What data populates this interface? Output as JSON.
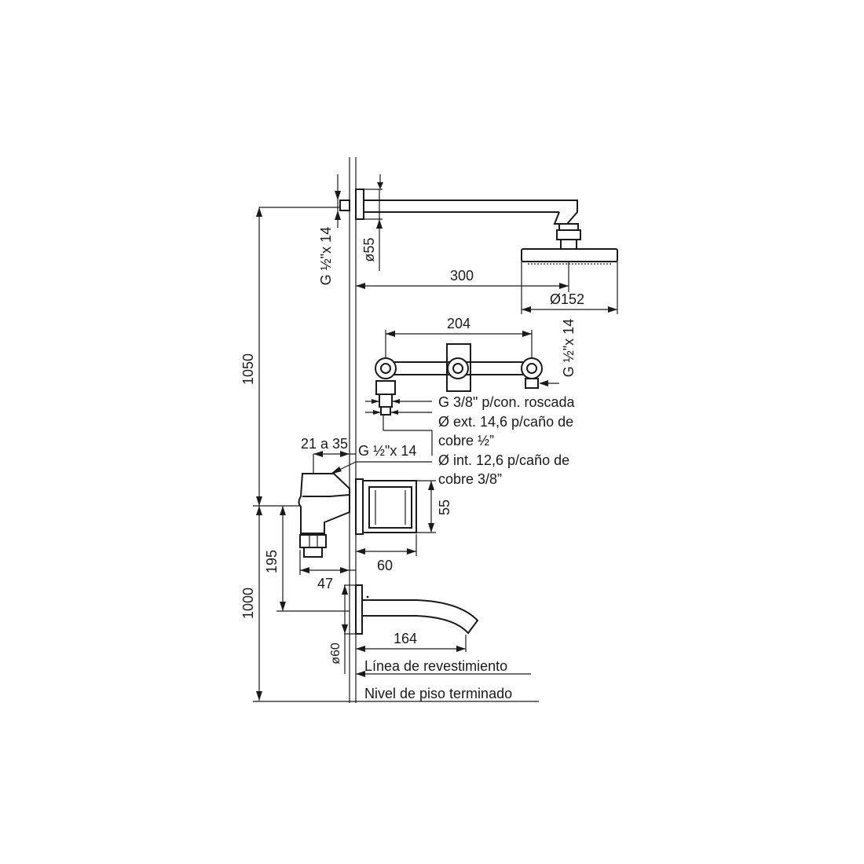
{
  "labels": {
    "d_1050": "1050",
    "d_1000": "1000",
    "d_195": "195",
    "thread_top": "G ½\"x 14",
    "d_o55": "ø55",
    "d_300": "300",
    "d_o152": "Ø152",
    "d_204": "204",
    "thread_right": "G ½\"x 14",
    "note_g38": "G 3/8\" p/con. roscada",
    "note_ext_1": "Ø ext. 14,6 p/caño de",
    "note_ext_2": "cobre ½”",
    "d_21a35": "21 a 35",
    "thread_mid": "G ½\"x 14",
    "note_int_1": "Ø int. 12,6 p/caño de",
    "note_int_2": "cobre 3/8”",
    "d_55": "55",
    "d_60": "60",
    "d_47": "47",
    "d_164": "164",
    "d_o60": "ø60",
    "line_cladding": "Línea de revestimiento",
    "line_floor": "Nivel de piso terminado"
  }
}
